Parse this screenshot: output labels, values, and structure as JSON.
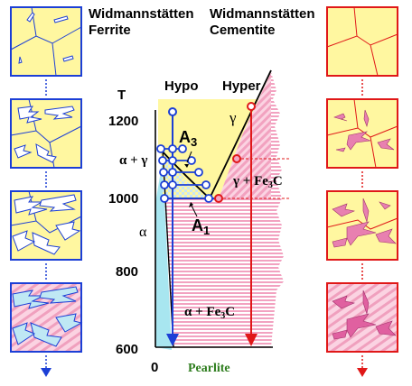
{
  "left_title_line1": "Widmannstätten",
  "left_title_line2": "Ferrite",
  "right_title_line1": "Widmannstätten",
  "right_title_line2": "Cementite",
  "axis_t_label": "T",
  "hypo_label": "Hypo",
  "hyper_label": "Hyper",
  "ticks": [
    "1200",
    "1000",
    "800",
    "600"
  ],
  "x_tick_zero": "0",
  "x_label": "Pearlite",
  "gamma_label": "γ",
  "alpha_gamma_label": "α + γ",
  "alpha_label": "α",
  "gamma_fe3c_label": "γ + Fe",
  "alpha_fe3c_label": "α + Fe",
  "fe3c_sub": "3",
  "fe3c_c": "C",
  "a3_main": "A",
  "a3_sub": "3",
  "a1_main": "A",
  "a1_sub": "1",
  "colors": {
    "frame_blue": "#1c3fd6",
    "frame_red": "#e01818",
    "yellow": "#fff7a0",
    "pink": "#f4a6c4",
    "light_blue": "#bfe8f4",
    "cyan_alpha": "#a8e6f0",
    "black_line": "#000000"
  }
}
